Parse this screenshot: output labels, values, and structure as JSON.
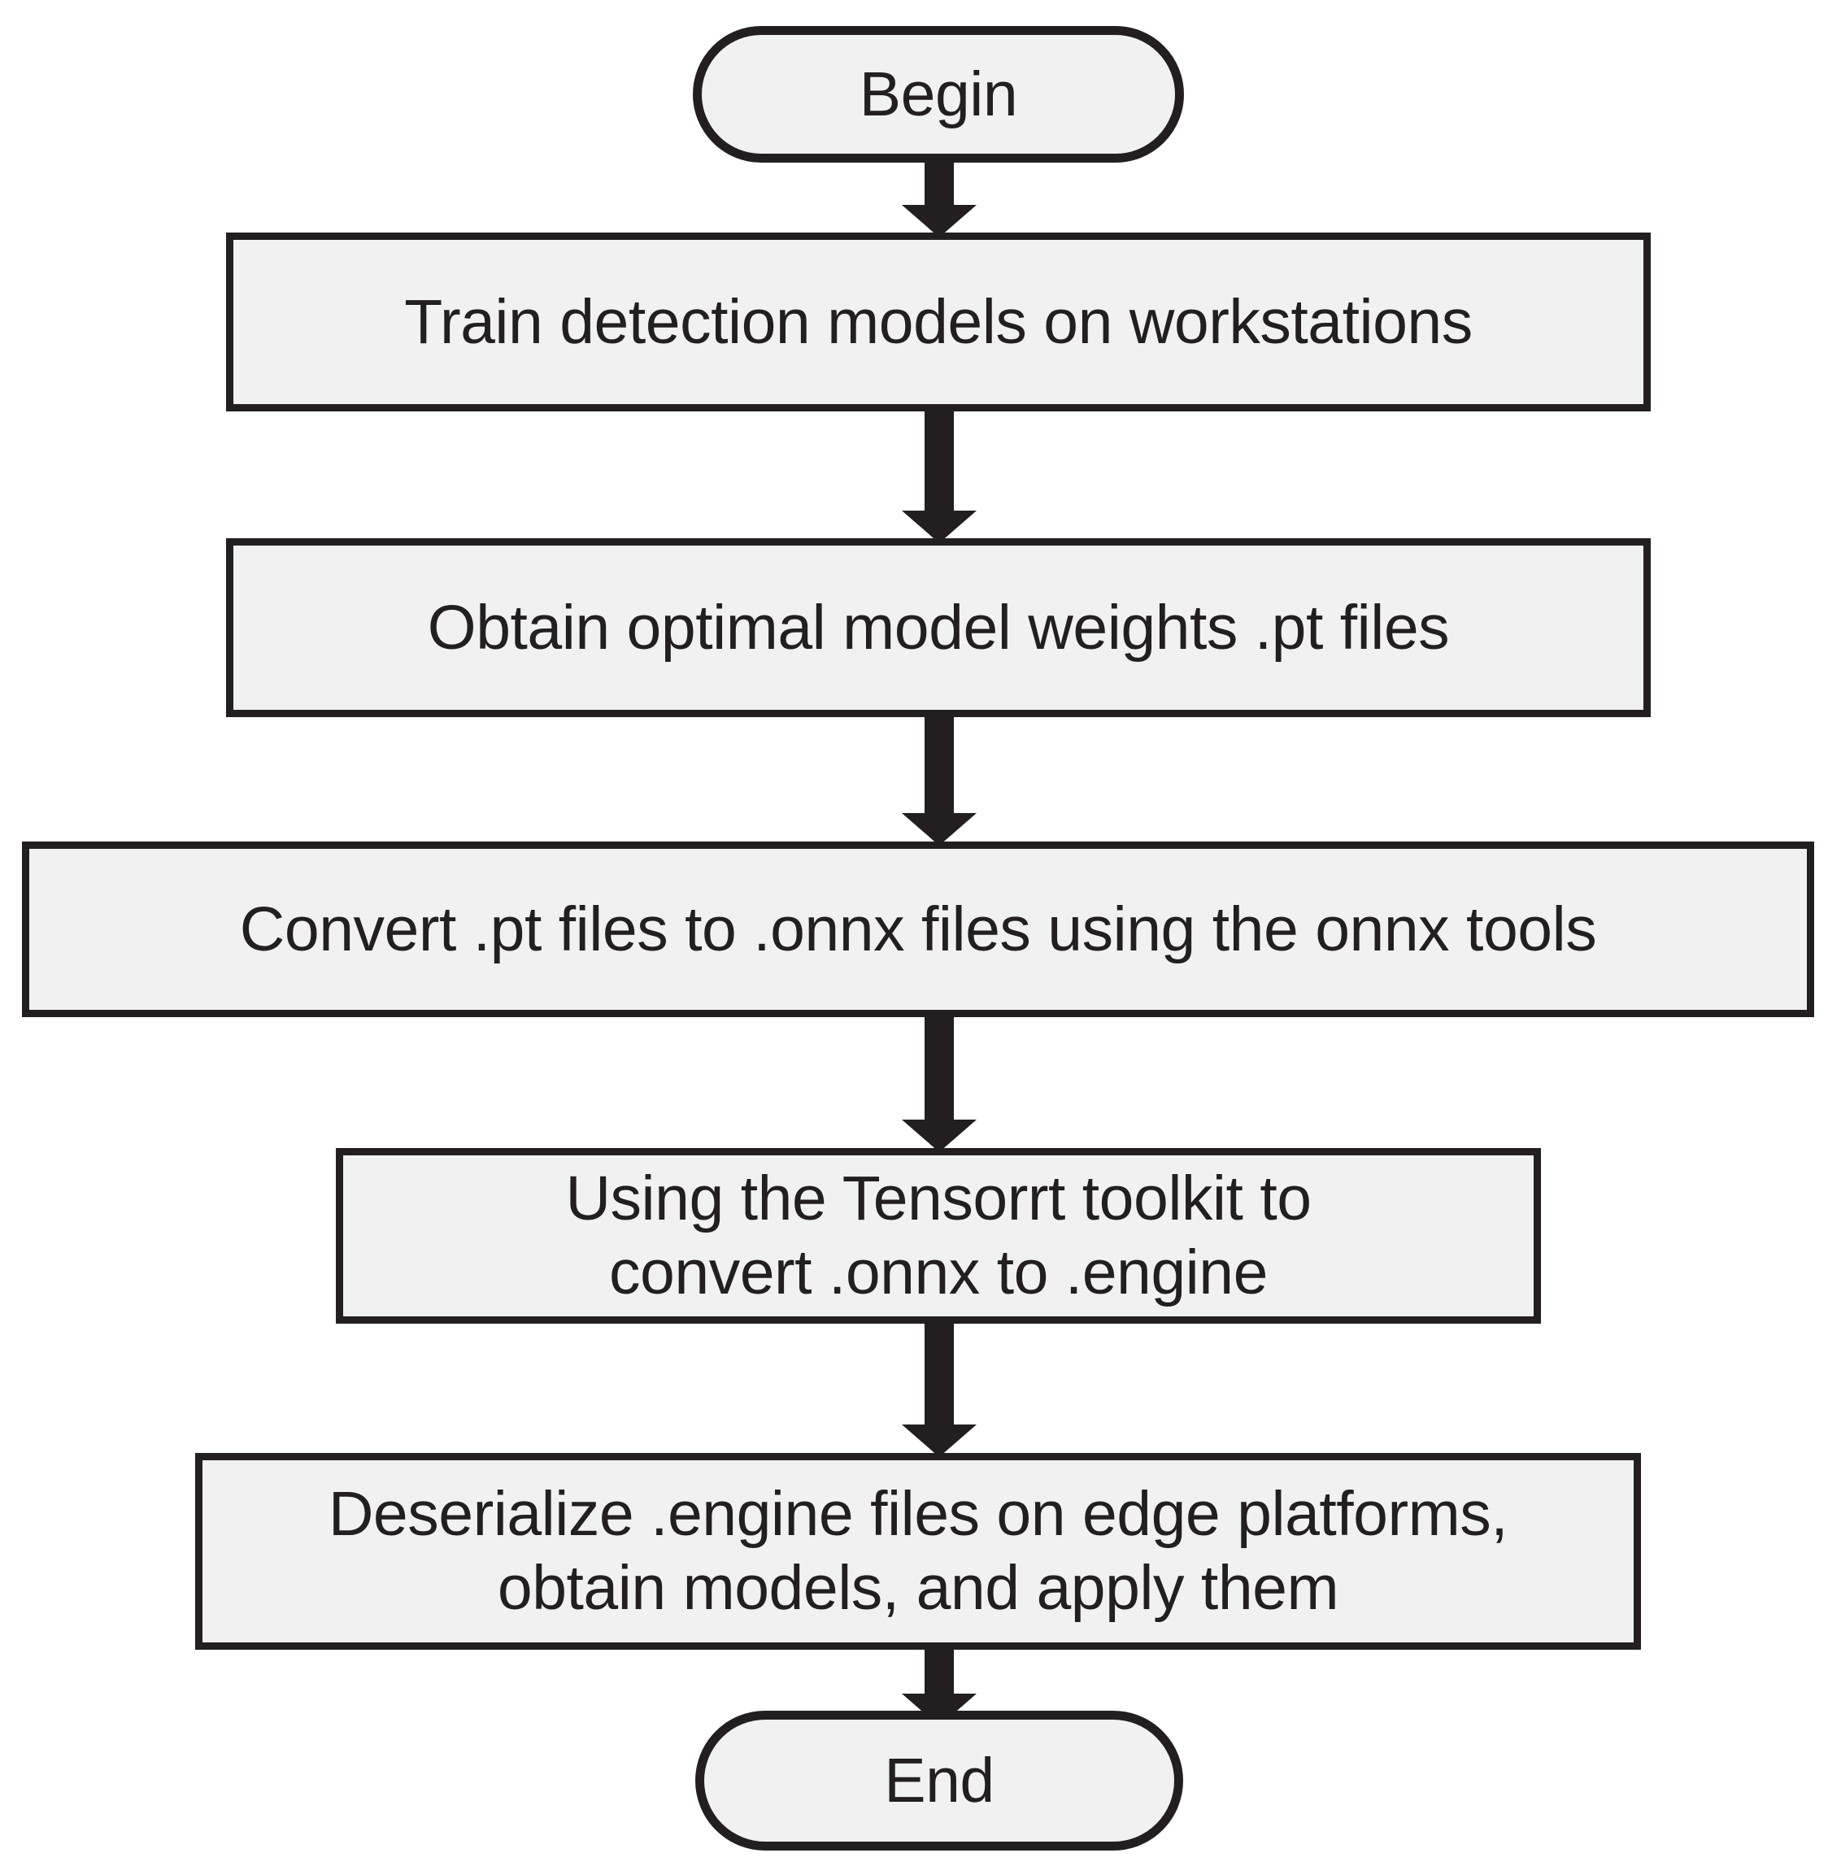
{
  "diagram": {
    "title": "Model deployment workflow flowchart",
    "colors": {
      "node_fill": "#f1f1f1",
      "node_stroke": "#231f20",
      "arrow": "#231f20",
      "background": "#ffffff",
      "text": "#231f20"
    },
    "nodes": [
      {
        "id": "begin",
        "shape": "terminal",
        "text": "Begin"
      },
      {
        "id": "train",
        "shape": "process",
        "text": "Train detection models on workstations"
      },
      {
        "id": "weights",
        "shape": "process",
        "text": "Obtain optimal model weights .pt files"
      },
      {
        "id": "convert-onnx",
        "shape": "process",
        "text": "Convert .pt files to .onnx files using the onnx tools"
      },
      {
        "id": "tensorrt",
        "shape": "process",
        "text": "Using the Tensorrt toolkit to\nconvert .onnx to .engine"
      },
      {
        "id": "deserialize",
        "shape": "process",
        "text": "Deserialize .engine files on edge platforms,\nobtain models, and apply them"
      },
      {
        "id": "end",
        "shape": "terminal",
        "text": "End"
      }
    ],
    "edges": [
      {
        "id": "edge-1",
        "from": "begin",
        "to": "train",
        "style": "block-arrow-down"
      },
      {
        "id": "edge-2",
        "from": "train",
        "to": "weights",
        "style": "block-arrow-down"
      },
      {
        "id": "edge-3",
        "from": "weights",
        "to": "convert-onnx",
        "style": "block-arrow-down"
      },
      {
        "id": "edge-4",
        "from": "convert-onnx",
        "to": "tensorrt",
        "style": "block-arrow-down"
      },
      {
        "id": "edge-5",
        "from": "tensorrt",
        "to": "deserialize",
        "style": "block-arrow-down"
      },
      {
        "id": "edge-6",
        "from": "deserialize",
        "to": "end",
        "style": "block-arrow-down"
      }
    ]
  }
}
